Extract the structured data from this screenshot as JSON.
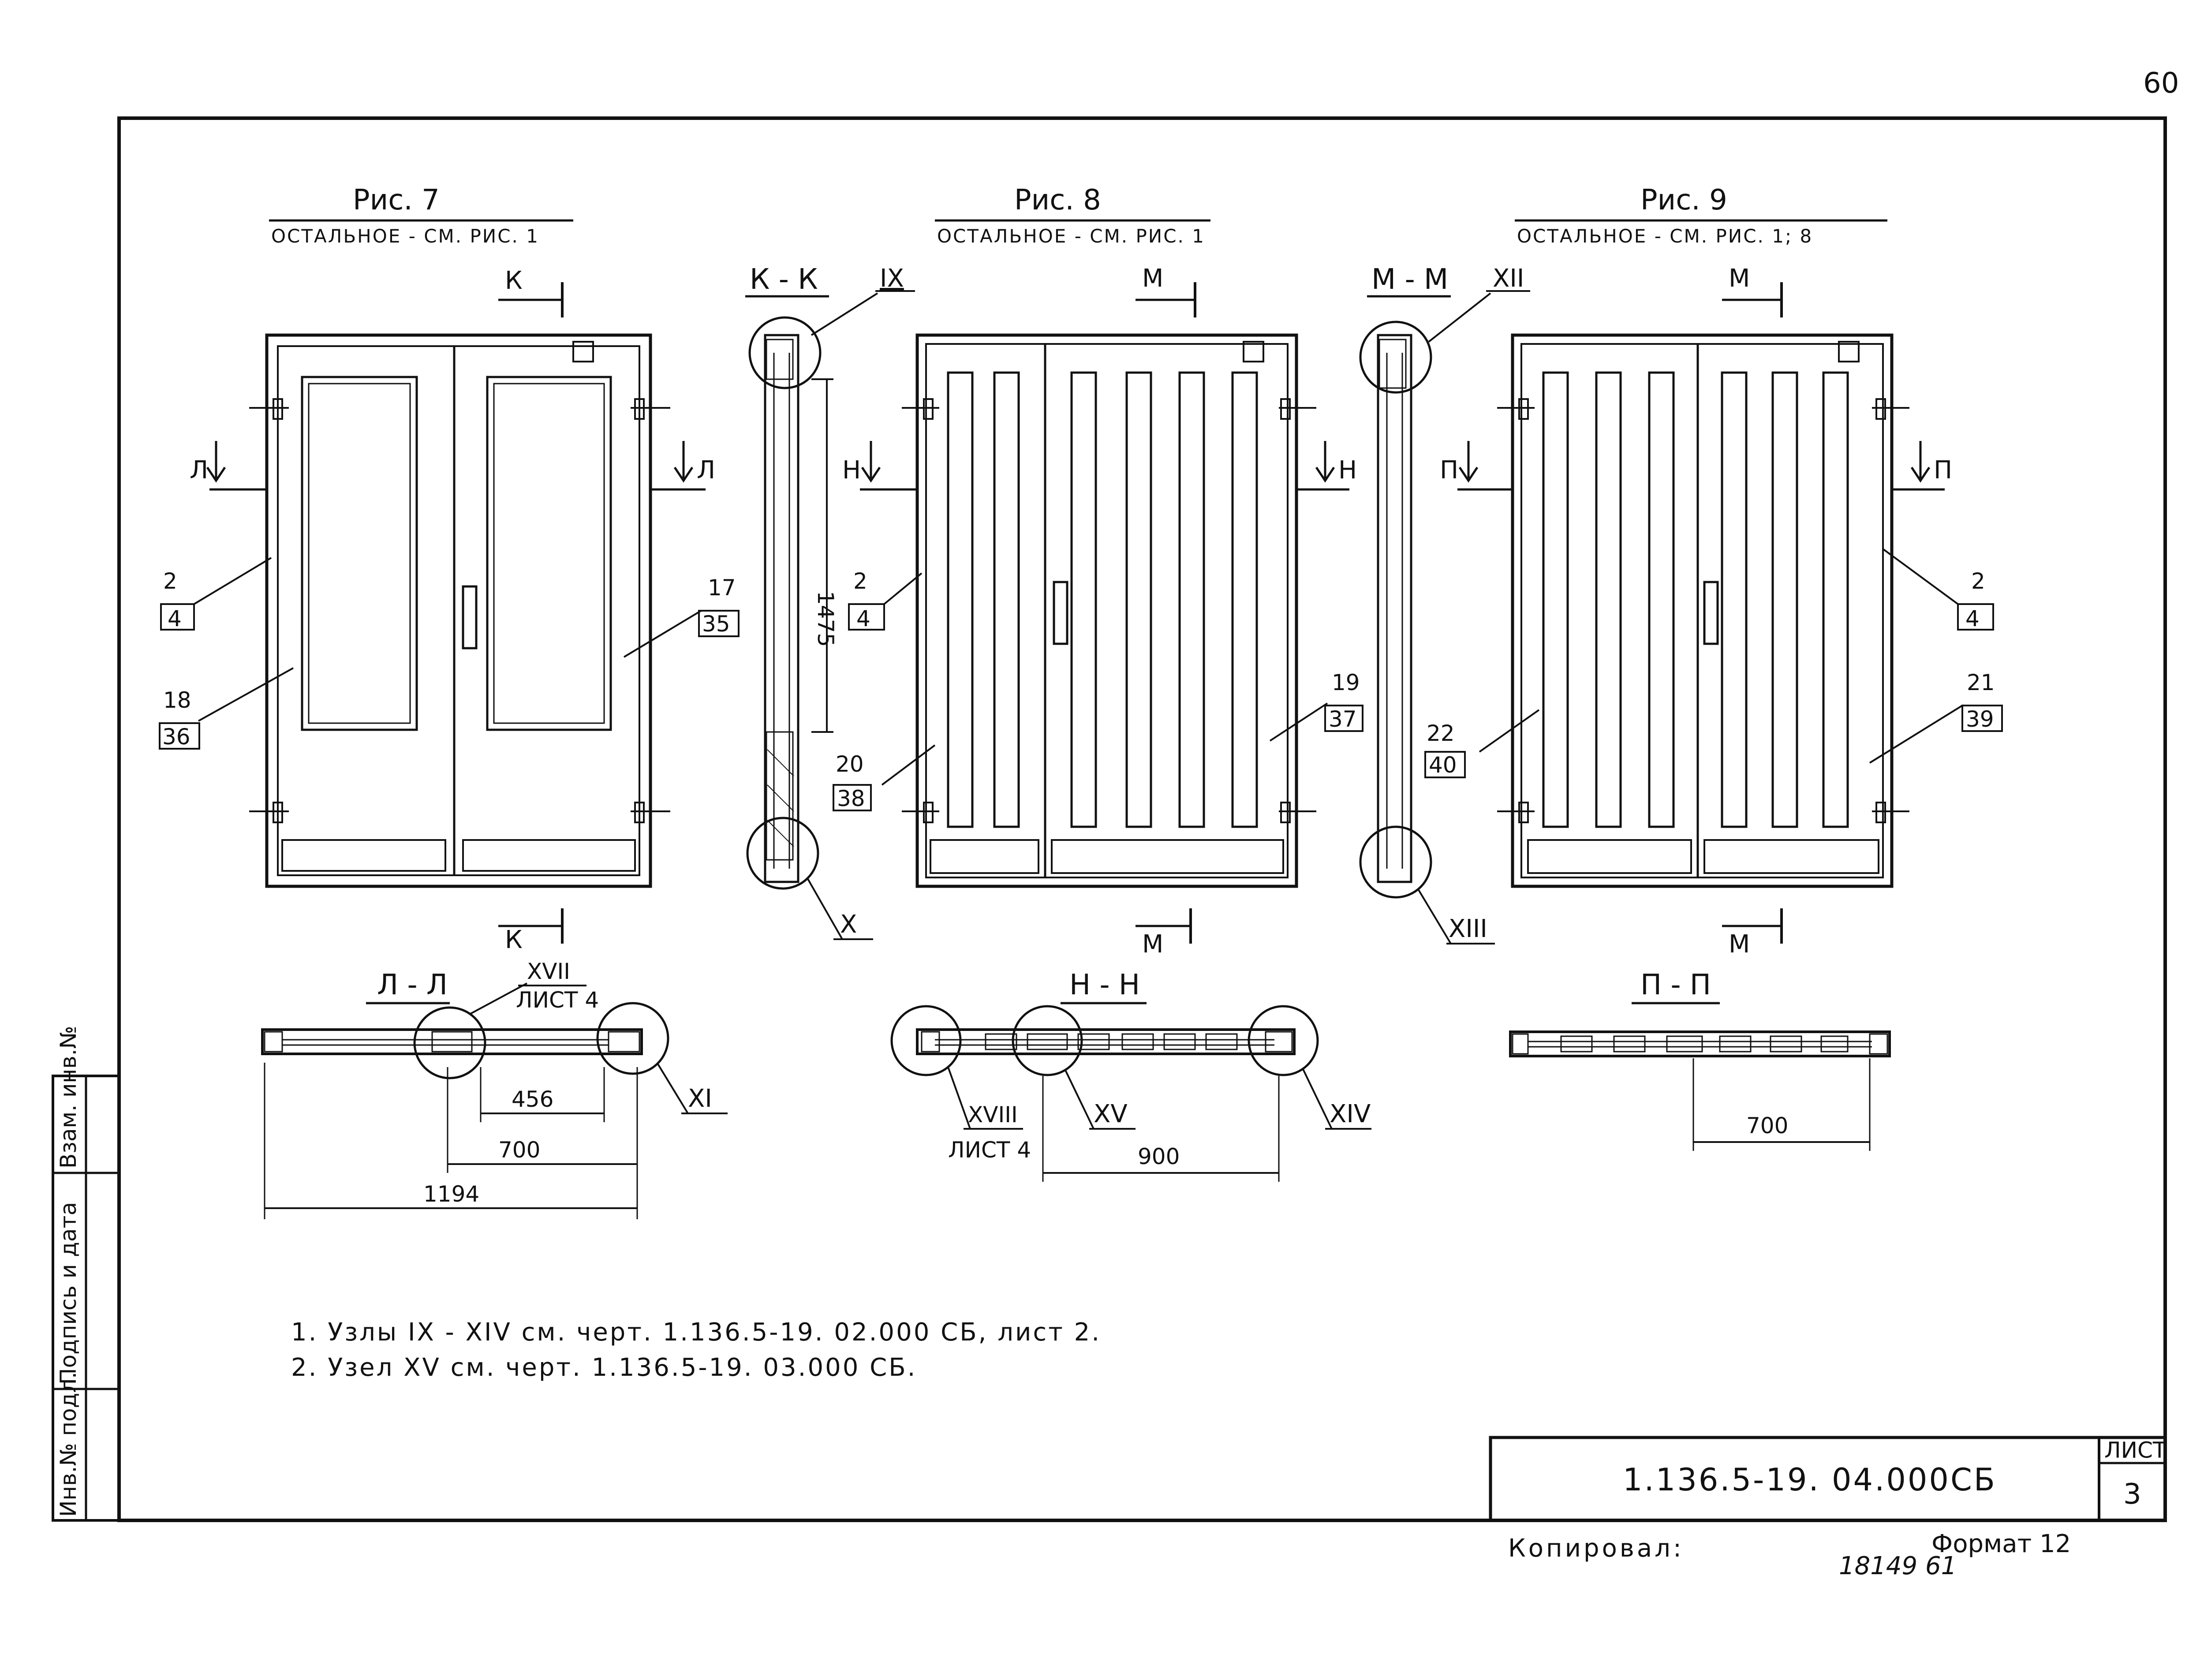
{
  "sheet": {
    "page_number": "60",
    "designation": "1.136.5-19. 04.000СБ",
    "sheet_label": "ЛИСТ",
    "sheet_number": "3",
    "copied_label": "Копировал:",
    "format_label": "Формат 12",
    "stamp_number": "18149   61"
  },
  "side_stamp": {
    "inv_podl": "Инв.№ подл.",
    "podpis_data": "Подпись и дата",
    "vzam_inv": "Взам. инв.№"
  },
  "figures": {
    "fig7": {
      "title": "Рис. 7",
      "subtitle": "ОСТАЛЬНОЕ - СМ. РИС. 1",
      "section_main": "К - К",
      "cut_k": "К",
      "cut_l": "Л",
      "pos_frame": [
        "2",
        "4"
      ],
      "pos_left_leaf": [
        "18",
        "36"
      ],
      "pos_right_leaf": [
        "17",
        "35"
      ],
      "node_ix": "IX",
      "node_x": "X",
      "dim_height": "1475"
    },
    "fig8": {
      "title": "Рис. 8",
      "subtitle": "ОСТАЛЬНОЕ - СМ. РИС. 1",
      "section_main": "М - М",
      "cut_m": "М",
      "cut_n": "Н",
      "pos_frame": [
        "2",
        "4"
      ],
      "pos_left_leaf": [
        "20",
        "38"
      ],
      "pos_right_leaf": [
        "19",
        "37"
      ],
      "node_xii": "XII",
      "node_xiii": "XIII"
    },
    "fig9": {
      "title": "Рис. 9",
      "subtitle": "ОСТАЛЬНОЕ - СМ. РИС. 1; 8",
      "cut_m": "М",
      "cut_p": "П",
      "pos_frame": [
        "2",
        "4"
      ],
      "pos_left_leaf": [
        "22",
        "40"
      ],
      "pos_right_leaf": [
        "21",
        "39"
      ]
    }
  },
  "sections": {
    "ll": {
      "title": "Л - Л",
      "node_xvii": "XVII",
      "node_xvii_sheet": "ЛИСТ 4",
      "node_xi": "XI",
      "dim_456": "456",
      "dim_700": "700",
      "dim_1194": "1194"
    },
    "nn": {
      "title": "Н - Н",
      "node_xviii": "XVIII",
      "node_xviii_sheet": "ЛИСТ 4",
      "node_xv": "XV",
      "node_xiv": "XIV",
      "dim_900": "900"
    },
    "pp": {
      "title": "П - П",
      "dim_700": "700"
    }
  },
  "notes": [
    "1. Узлы IX - XIV см. черт. 1.136.5-19. 02.000 СБ, лист 2.",
    "2. Узел XV см. черт. 1.136.5-19. 03.000 СБ."
  ]
}
